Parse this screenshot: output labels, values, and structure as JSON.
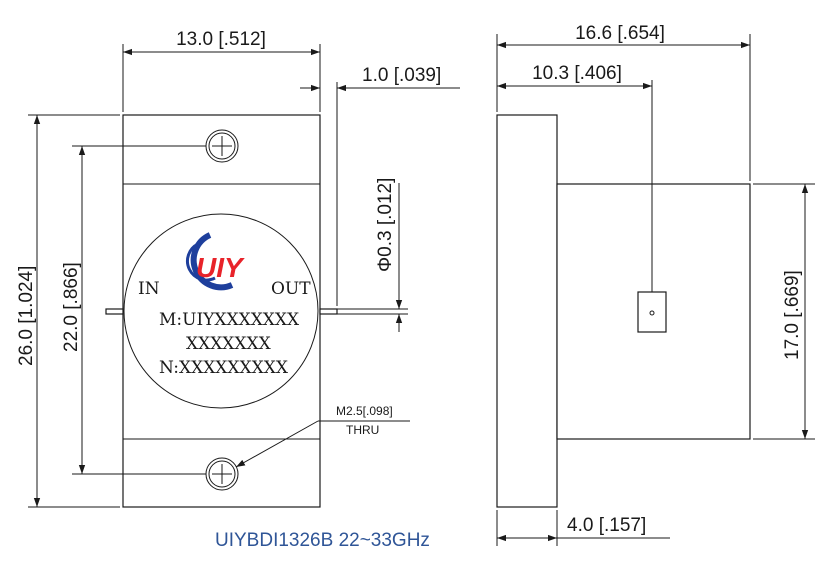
{
  "dimensions": {
    "width_top": "13.0 [.512]",
    "pin_length": "1.0 [.039]",
    "side_width": "16.6 [.654]",
    "side_offset": "10.3 [.406]",
    "height_total": "26.0 [1.024]",
    "hole_spacing": "22.0 [.866]",
    "pin_diameter": "Φ0.3 [.012]",
    "side_height": "17.0 [.669]",
    "flange_thickness": "4.0 [.157]"
  },
  "note": {
    "hole_size": "M2.5[.098]",
    "hole_type": "THRU"
  },
  "label": {
    "port_in": "IN",
    "port_out": "OUT",
    "line_model": "M:UIYXXXXXXX",
    "line_model_cont": "XXXXXXX",
    "line_serial": "N:XXXXXXXXX",
    "logo_text": "UIY"
  },
  "caption": "UIYBDI1326B 22~33GHz",
  "colors": {
    "logo_blue": "#1e3f9c",
    "logo_red": "#e8232a",
    "caption_blue": "#2f5597"
  }
}
